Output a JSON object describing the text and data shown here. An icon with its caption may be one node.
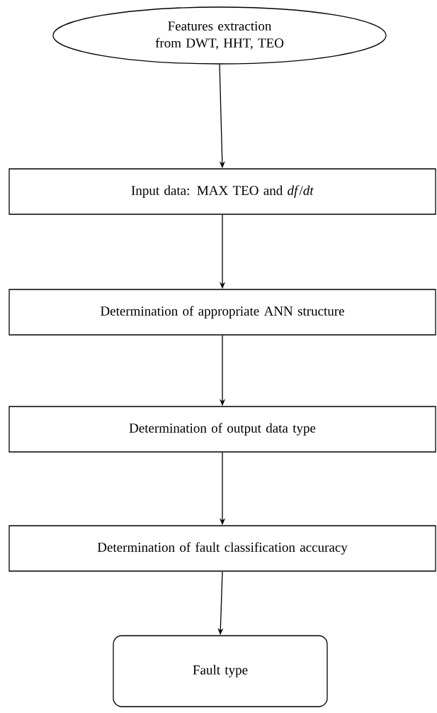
{
  "diagram": {
    "nodes": [
      {
        "text": [
          "Features extraction from DWT, HHT, TEO"
        ]
      },
      {
        "text": [
          "Input data: MAX TEO and *df*/*dt*"
        ]
      },
      {
        "text": [
          "Determination of appropriate ANN structure"
        ]
      },
      {
        "text": [
          "Determination of output data type"
        ]
      },
      {
        "text": [
          "Determination of fault classification accuracy"
        ]
      },
      {
        "text": [
          "Fault type"
        ]
      }
    ],
    "edges": [
      {
        "from": 0,
        "to": 1,
        "arrow": "to"
      },
      {
        "from": 1,
        "to": 2,
        "arrow": "to"
      },
      {
        "from": 2,
        "to": 3,
        "arrow": "to"
      },
      {
        "from": 3,
        "to": 4,
        "arrow": "to"
      },
      {
        "from": 4,
        "to": 5,
        "arrow": "to"
      }
    ]
  }
}
